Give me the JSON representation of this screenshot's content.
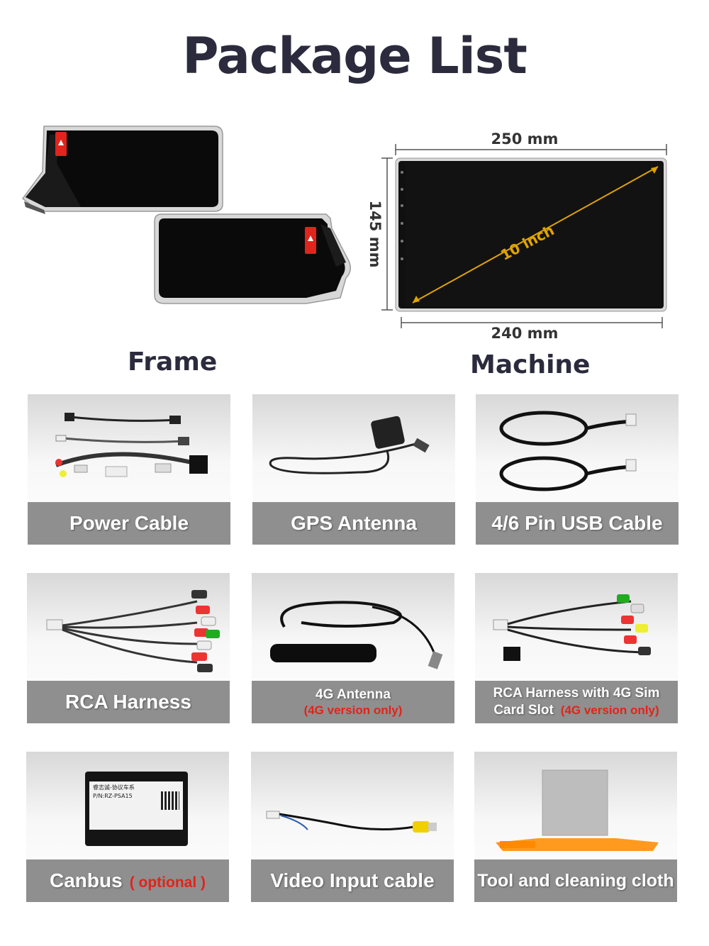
{
  "title": "Package List",
  "labels": {
    "frame": "Frame",
    "machine": "Machine"
  },
  "dimensions": {
    "top": "250 mm",
    "bottom": "240 mm",
    "side": "145 mm",
    "diagonal": "10 inch"
  },
  "items": [
    {
      "label": "Power Cable"
    },
    {
      "label": "GPS Antenna"
    },
    {
      "label": "4/6 Pin USB Cable"
    },
    {
      "label": "RCA Harness"
    },
    {
      "label": "4G Antenna",
      "note": "(4G version only)"
    },
    {
      "label_line1": "RCA Harness with 4G Sim",
      "label_line2": "Card Slot",
      "note": "(4G version only)"
    },
    {
      "label": "Canbus",
      "note": "( optional )"
    },
    {
      "label": "Video Input cable"
    },
    {
      "label": "Tool and cleaning cloth"
    }
  ],
  "canbus_box": {
    "line1": "睿志诚-协议车系",
    "line2": "P/N:RZ-PSA15"
  },
  "colors": {
    "title": "#2b2b3d",
    "band": "#8f8f8f",
    "note": "#e2231a",
    "dimension_line": "#e0a400"
  }
}
